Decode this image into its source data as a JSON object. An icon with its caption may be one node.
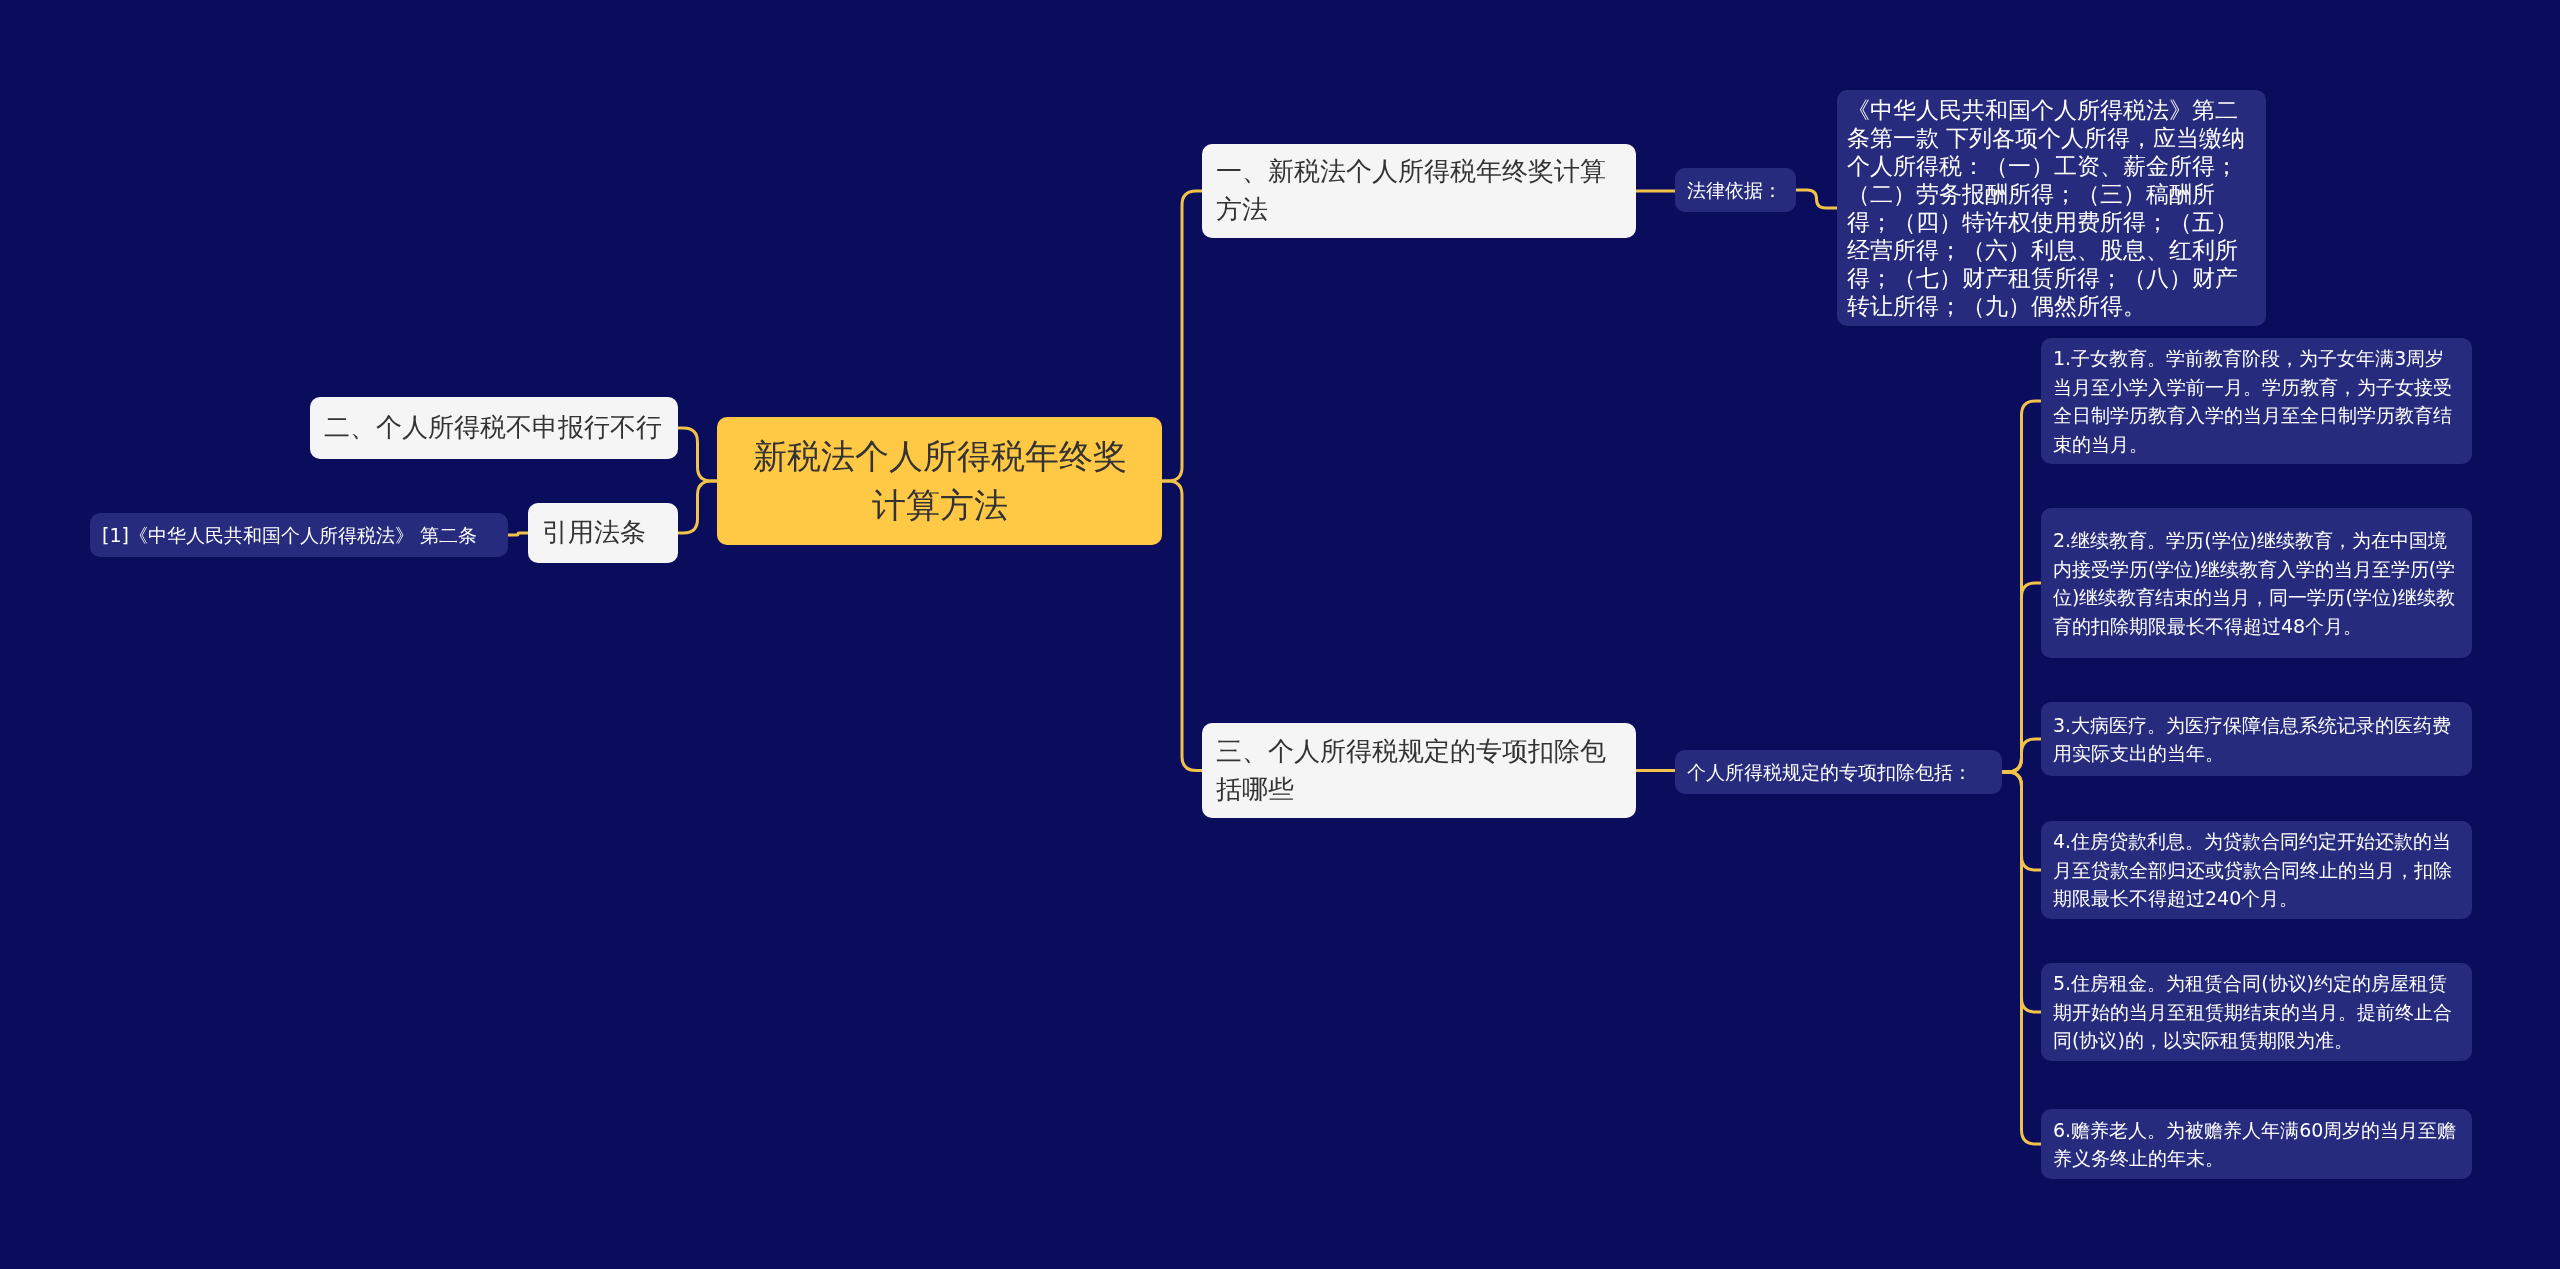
{
  "diagram": {
    "nodes": [
      {
        "text": [
          "新税法个人所得税年终奖计算方法"
        ]
      },
      {
        "text": [
          "一、新税法个人所得税年终奖计算方法"
        ]
      },
      {
        "text": [
          "法律依据："
        ]
      },
      {
        "text": [
          "《中华人民共和国个人所得税法》第二条第一款 下列各项个人所得，应当缴纳个人所得税：（一）工资、薪金所得；（二）劳务报酬所得；（三）稿酬所得；（四）特许权使用费所得；（五）经营所得；（六）利息、股息、红利所得；（七）财产租赁所得；（八）财产转让所得；（九）偶然所得。"
        ]
      },
      {
        "text": [
          "三、个人所得税规定的专项扣除包括哪些"
        ]
      },
      {
        "text": [
          "个人所得税规定的专项扣除包括："
        ]
      },
      {
        "text": [
          "1.子女教育。学前教育阶段，为子女年满3周岁当月至小学入学前一月。学历教育，为子女接受全日制学历教育入学的当月至全日制学历教育结束的当月。"
        ]
      },
      {
        "text": [
          "2.继续教育。学历(学位)继续教育，为在中国境内接受学历(学位)继续教育入学的当月至学历(学位)继续教育结束的当月，同一学历(学位)继续教育的扣除期限最长不得超过48个月。"
        ]
      },
      {
        "text": [
          "3.大病医疗。为医疗保障信息系统记录的医药费用实际支出的当年。"
        ]
      },
      {
        "text": [
          "4.住房贷款利息。为贷款合同约定开始还款的当月至贷款全部归还或贷款合同终止的当月，扣除期限最长不得超过240个月。"
        ]
      },
      {
        "text": [
          "5.住房租金。为租赁合同(协议)约定的房屋租赁期开始的当月至租赁期结束的当月。提前终止合同(协议)的，以实际租赁期限为准。"
        ]
      },
      {
        "text": [
          "6.赡养老人。为被赡养人年满60周岁的当月至赡养义务终止的年末。"
        ]
      },
      {
        "text": [
          "二、个人所得税不申报行不行"
        ]
      },
      {
        "text": [
          "引用法条"
        ]
      },
      {
        "text": [
          "[1]《中华人民共和国个人所得税法》 第二条"
        ]
      }
    ],
    "edges": [
      {
        "from": 0,
        "to": 1,
        "arrow": "none"
      },
      {
        "from": 1,
        "to": 2,
        "arrow": "none"
      },
      {
        "from": 2,
        "to": 3,
        "arrow": "none"
      },
      {
        "from": 0,
        "to": 4,
        "arrow": "none"
      },
      {
        "from": 4,
        "to": 5,
        "arrow": "none"
      },
      {
        "from": 5,
        "to": 6,
        "arrow": "none"
      },
      {
        "from": 5,
        "to": 7,
        "arrow": "none"
      },
      {
        "from": 5,
        "to": 8,
        "arrow": "none"
      },
      {
        "from": 5,
        "to": 9,
        "arrow": "none"
      },
      {
        "from": 5,
        "to": 10,
        "arrow": "none"
      },
      {
        "from": 5,
        "to": 11,
        "arrow": "none"
      },
      {
        "from": 0,
        "to": 12,
        "arrow": "none"
      },
      {
        "from": 0,
        "to": 13,
        "arrow": "none"
      },
      {
        "from": 13,
        "to": 14,
        "arrow": "none"
      }
    ]
  }
}
